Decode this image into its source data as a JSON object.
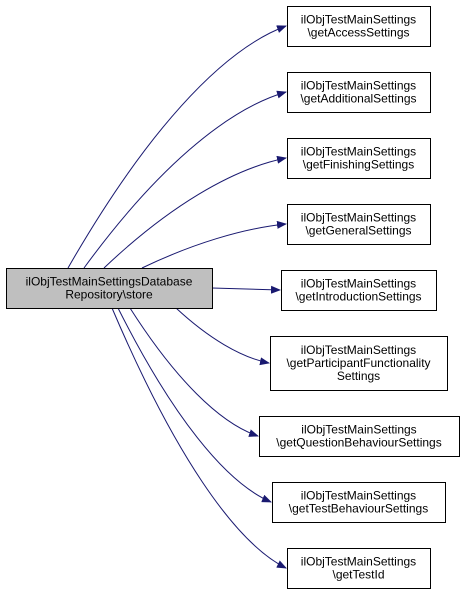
{
  "colors": {
    "edge": "#191970",
    "source_fill": "#bfbfbf",
    "target_fill": "#ffffff",
    "border": "#000000"
  },
  "source": {
    "lines": [
      "ilObjTestMainSettingsDatabase",
      "Repository\\store"
    ]
  },
  "targets": [
    {
      "lines": [
        "ilObjTestMainSettings",
        "\\getAccessSettings"
      ]
    },
    {
      "lines": [
        "ilObjTestMainSettings",
        "\\getAdditionalSettings"
      ]
    },
    {
      "lines": [
        "ilObjTestMainSettings",
        "\\getFinishingSettings"
      ]
    },
    {
      "lines": [
        "ilObjTestMainSettings",
        "\\getGeneralSettings"
      ]
    },
    {
      "lines": [
        "ilObjTestMainSettings",
        "\\getIntroductionSettings"
      ]
    },
    {
      "lines": [
        "ilObjTestMainSettings",
        "\\getParticipantFunctionality",
        "Settings"
      ]
    },
    {
      "lines": [
        "ilObjTestMainSettings",
        "\\getQuestionBehaviourSettings"
      ]
    },
    {
      "lines": [
        "ilObjTestMainSettings",
        "\\getTestBehaviourSettings"
      ]
    },
    {
      "lines": [
        "ilObjTestMainSettings",
        "\\getTestId"
      ]
    }
  ]
}
